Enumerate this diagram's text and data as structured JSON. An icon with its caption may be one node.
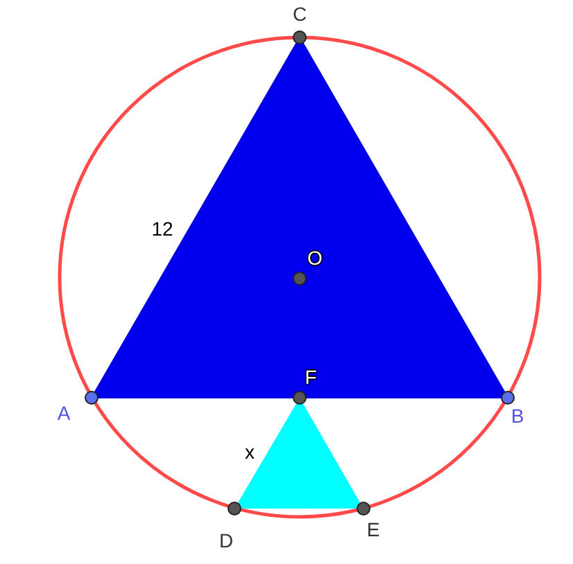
{
  "diagram": {
    "labels": [
      "C",
      "12",
      "O",
      "A",
      "F",
      "B",
      "x",
      "D",
      "E"
    ]
  }
}
